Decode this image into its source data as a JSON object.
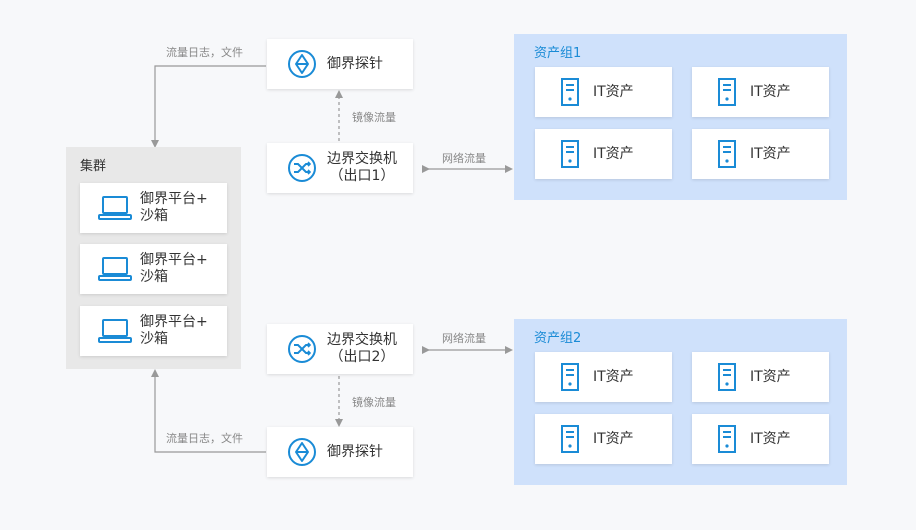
{
  "cluster": {
    "title": "集群",
    "nodes": [
      {
        "line1": "御界平台+",
        "line2": "沙箱"
      },
      {
        "line1": "御界平台+",
        "line2": "沙箱"
      },
      {
        "line1": "御界平台+",
        "line2": "沙箱"
      }
    ]
  },
  "top": {
    "probe_label": "御界探针",
    "switch_line1": "边界交换机",
    "switch_line2": "（出口1）",
    "log_note": "流量日志，文件",
    "mirror_note": "镜像流量",
    "network_note": "网络流量",
    "group_title": "资产组1",
    "assets": [
      "IT资产",
      "IT资产",
      "IT资产",
      "IT资产"
    ]
  },
  "bottom": {
    "probe_label": "御界探针",
    "switch_line1": "边界交换机",
    "switch_line2": "（出口2）",
    "log_note": "流量日志，文件",
    "mirror_note": "镜像流量",
    "network_note": "网络流量",
    "group_title": "资产组2",
    "assets": [
      "IT资产",
      "IT资产",
      "IT资产",
      "IT资产"
    ]
  },
  "colors": {
    "accent": "#1a8bd6",
    "group_bg": "#cfe1fb",
    "cluster_bg": "#e8e8e8",
    "connector": "#999999"
  },
  "icons": {
    "probe": "probe-icon",
    "switch": "switch-icon",
    "platform": "laptop-icon",
    "asset": "server-icon"
  }
}
